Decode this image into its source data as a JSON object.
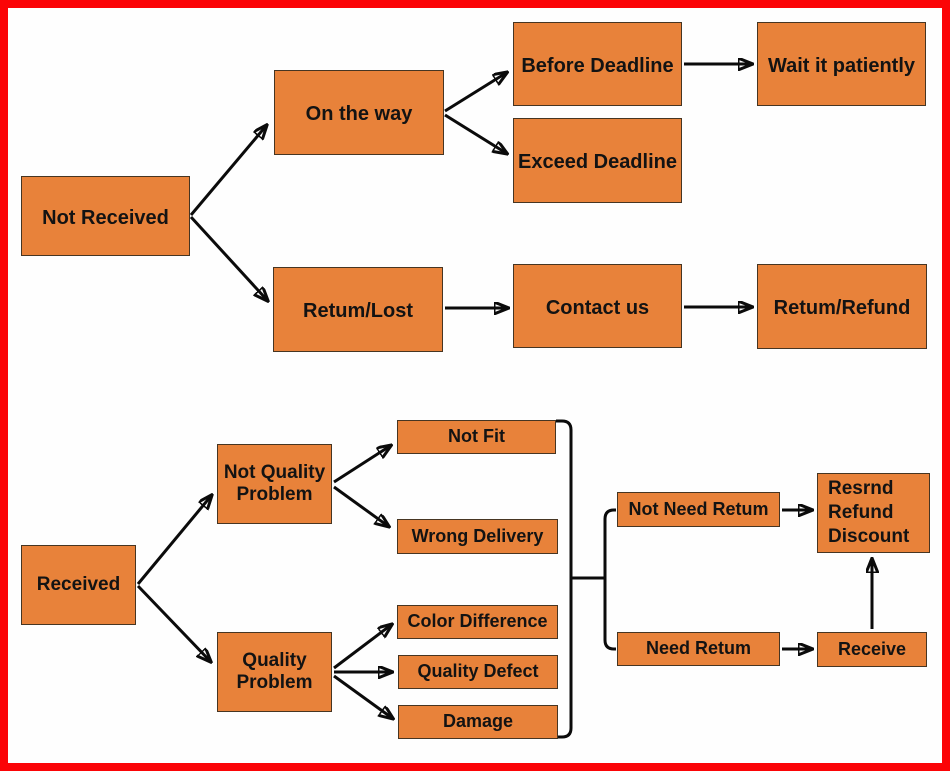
{
  "colors": {
    "frame_red": "#fb0407",
    "node_fill": "#e8823a",
    "node_stroke": "#463522",
    "line_black": "#0b0b0b",
    "text": "#131313",
    "background": "#fefefe"
  },
  "nodes": {
    "not_received": {
      "label": "Not Received"
    },
    "on_the_way": {
      "label": "On the way"
    },
    "before_deadline": {
      "label": "Before Deadline"
    },
    "wait_it_patiently": {
      "label": "Wait it patiently"
    },
    "exceed_deadline": {
      "label": "Exceed Deadline"
    },
    "retum_lost": {
      "label": "Retum/Lost"
    },
    "contact_us": {
      "label": "Contact us"
    },
    "retum_refund": {
      "label": "Retum/Refund"
    },
    "received": {
      "label": "Received"
    },
    "not_quality_problem": {
      "label": "Not Quality\nProblem"
    },
    "quality_problem": {
      "label": "Quality\nProblem"
    },
    "not_fit": {
      "label": "Not Fit"
    },
    "wrong_delivery": {
      "label": "Wrong Delivery"
    },
    "color_difference": {
      "label": "Color Difference"
    },
    "quality_defect": {
      "label": "Quality Defect"
    },
    "damage": {
      "label": "Damage"
    },
    "not_need_retum": {
      "label": "Not Need Retum"
    },
    "resrnd_refund_discount": {
      "label": "Resrnd\nRefund\nDiscount"
    },
    "need_retum": {
      "label": "Need Retum"
    },
    "receive": {
      "label": "Receive"
    }
  },
  "edges": [
    {
      "from": "not_received",
      "to": "on_the_way"
    },
    {
      "from": "not_received",
      "to": "retum_lost"
    },
    {
      "from": "on_the_way",
      "to": "before_deadline"
    },
    {
      "from": "on_the_way",
      "to": "exceed_deadline"
    },
    {
      "from": "before_deadline",
      "to": "wait_it_patiently"
    },
    {
      "from": "retum_lost",
      "to": "contact_us"
    },
    {
      "from": "contact_us",
      "to": "retum_refund"
    },
    {
      "from": "received",
      "to": "not_quality_problem"
    },
    {
      "from": "received",
      "to": "quality_problem"
    },
    {
      "from": "not_quality_problem",
      "to": "not_fit"
    },
    {
      "from": "not_quality_problem",
      "to": "wrong_delivery"
    },
    {
      "from": "quality_problem",
      "to": "color_difference"
    },
    {
      "from": "quality_problem",
      "to": "quality_defect"
    },
    {
      "from": "quality_problem",
      "to": "damage"
    },
    {
      "from": "outcomes-bracket",
      "to": "not_need_retum"
    },
    {
      "from": "outcomes-bracket",
      "to": "need_retum"
    },
    {
      "from": "not_need_retum",
      "to": "resrnd_refund_discount"
    },
    {
      "from": "need_retum",
      "to": "receive"
    },
    {
      "from": "receive",
      "to": "resrnd_refund_discount"
    }
  ]
}
